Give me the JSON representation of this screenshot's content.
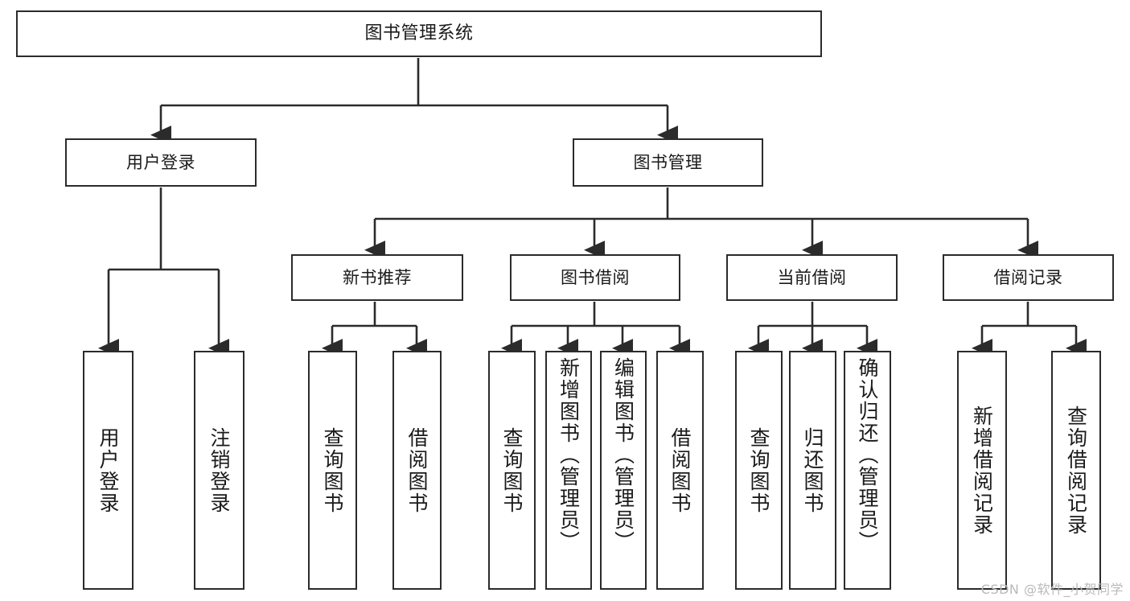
{
  "diagram": {
    "title": "图书管理系统",
    "type": "tree",
    "watermark": "CSDN @软件_小贺同学",
    "colors": {
      "background": "#ffffff",
      "stroke": "#2b2b2b",
      "text": "#1a1a1a",
      "watermark": "#b9b9b9"
    },
    "root": {
      "label": "图书管理系统"
    },
    "level2": [
      {
        "label": "用户登录"
      },
      {
        "label": "图书管理"
      }
    ],
    "level3": [
      {
        "label": "新书推荐"
      },
      {
        "label": "图书借阅"
      },
      {
        "label": "当前借阅"
      },
      {
        "label": "借阅记录"
      }
    ],
    "leaves": {
      "user_login": [
        {
          "label": "用户登录"
        },
        {
          "label": "注销登录"
        }
      ],
      "new_book_recommend": [
        {
          "label": "查询图书"
        },
        {
          "label": "借阅图书"
        }
      ],
      "book_borrow": [
        {
          "label": "查询图书"
        },
        {
          "label": "新增图书（管理员）"
        },
        {
          "label": "编辑图书（管理员）"
        },
        {
          "label": "借阅图书"
        }
      ],
      "current_borrow": [
        {
          "label": "查询图书"
        },
        {
          "label": "归还图书"
        },
        {
          "label": "确认归还（管理员）"
        }
      ],
      "borrow_record": [
        {
          "label": "新增借阅记录"
        },
        {
          "label": "查询借阅记录"
        }
      ]
    }
  }
}
